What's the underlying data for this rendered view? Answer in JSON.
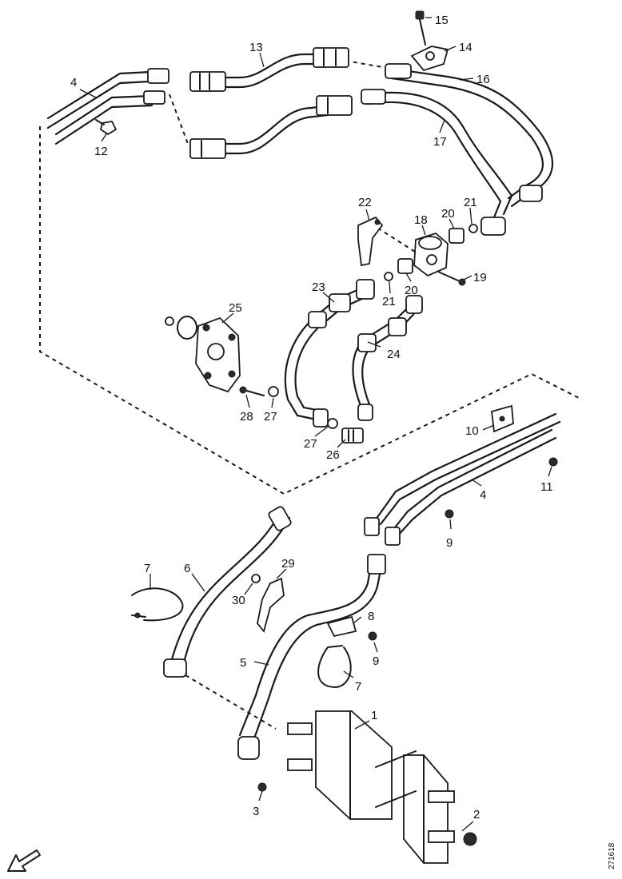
{
  "callouts": {
    "c1": "1",
    "c2": "2",
    "c3": "3",
    "c4a": "4",
    "c4b": "4",
    "c5": "5",
    "c6": "6",
    "c7a": "7",
    "c7b": "7",
    "c8": "8",
    "c9a": "9",
    "c9b": "9",
    "c10": "10",
    "c11": "11",
    "c12": "12",
    "c13": "13",
    "c14": "14",
    "c15": "15",
    "c16": "16",
    "c17": "17",
    "c18": "18",
    "c19": "19",
    "c20a": "20",
    "c20b": "20",
    "c21a": "21",
    "c21b": "21",
    "c22": "22",
    "c23": "23",
    "c24": "24",
    "c25": "25",
    "c26": "26",
    "c27a": "27",
    "c27b": "27",
    "c28": "28",
    "c29": "29",
    "c30": "30"
  },
  "figure_code": "271618",
  "icons": {
    "direction": "arrow-icon"
  }
}
